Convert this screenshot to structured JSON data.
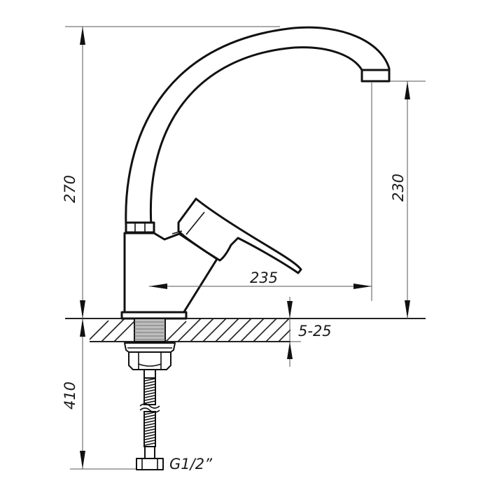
{
  "diagram": {
    "type": "technical-drawing",
    "subject": "single-lever kitchen faucet with swivel spout",
    "colors": {
      "background": "#ffffff",
      "outline": "#111111",
      "dimension_line": "#555555"
    },
    "dimensions": {
      "overall_height": {
        "value": "270",
        "orientation": "vertical",
        "position": "left"
      },
      "spout_height": {
        "value": "230",
        "orientation": "vertical",
        "position": "right"
      },
      "spout_reach": {
        "value": "235",
        "orientation": "horizontal",
        "position": "middle"
      },
      "countertop_thickness": {
        "value": "5-25",
        "orientation": "vertical",
        "position": "right-of-countertop"
      },
      "hose_length": {
        "value": "410",
        "orientation": "vertical",
        "position": "left-bottom"
      },
      "connection_thread": {
        "value": "G1/2”",
        "position": "bottom"
      }
    },
    "components": [
      "curved swivel spout",
      "aerator",
      "spout collar",
      "faucet body",
      "single lever handle",
      "base ring",
      "countertop (hatched section)",
      "threaded mounting shank",
      "mounting nut",
      "flexible supply hose",
      "hose connector nut"
    ]
  }
}
